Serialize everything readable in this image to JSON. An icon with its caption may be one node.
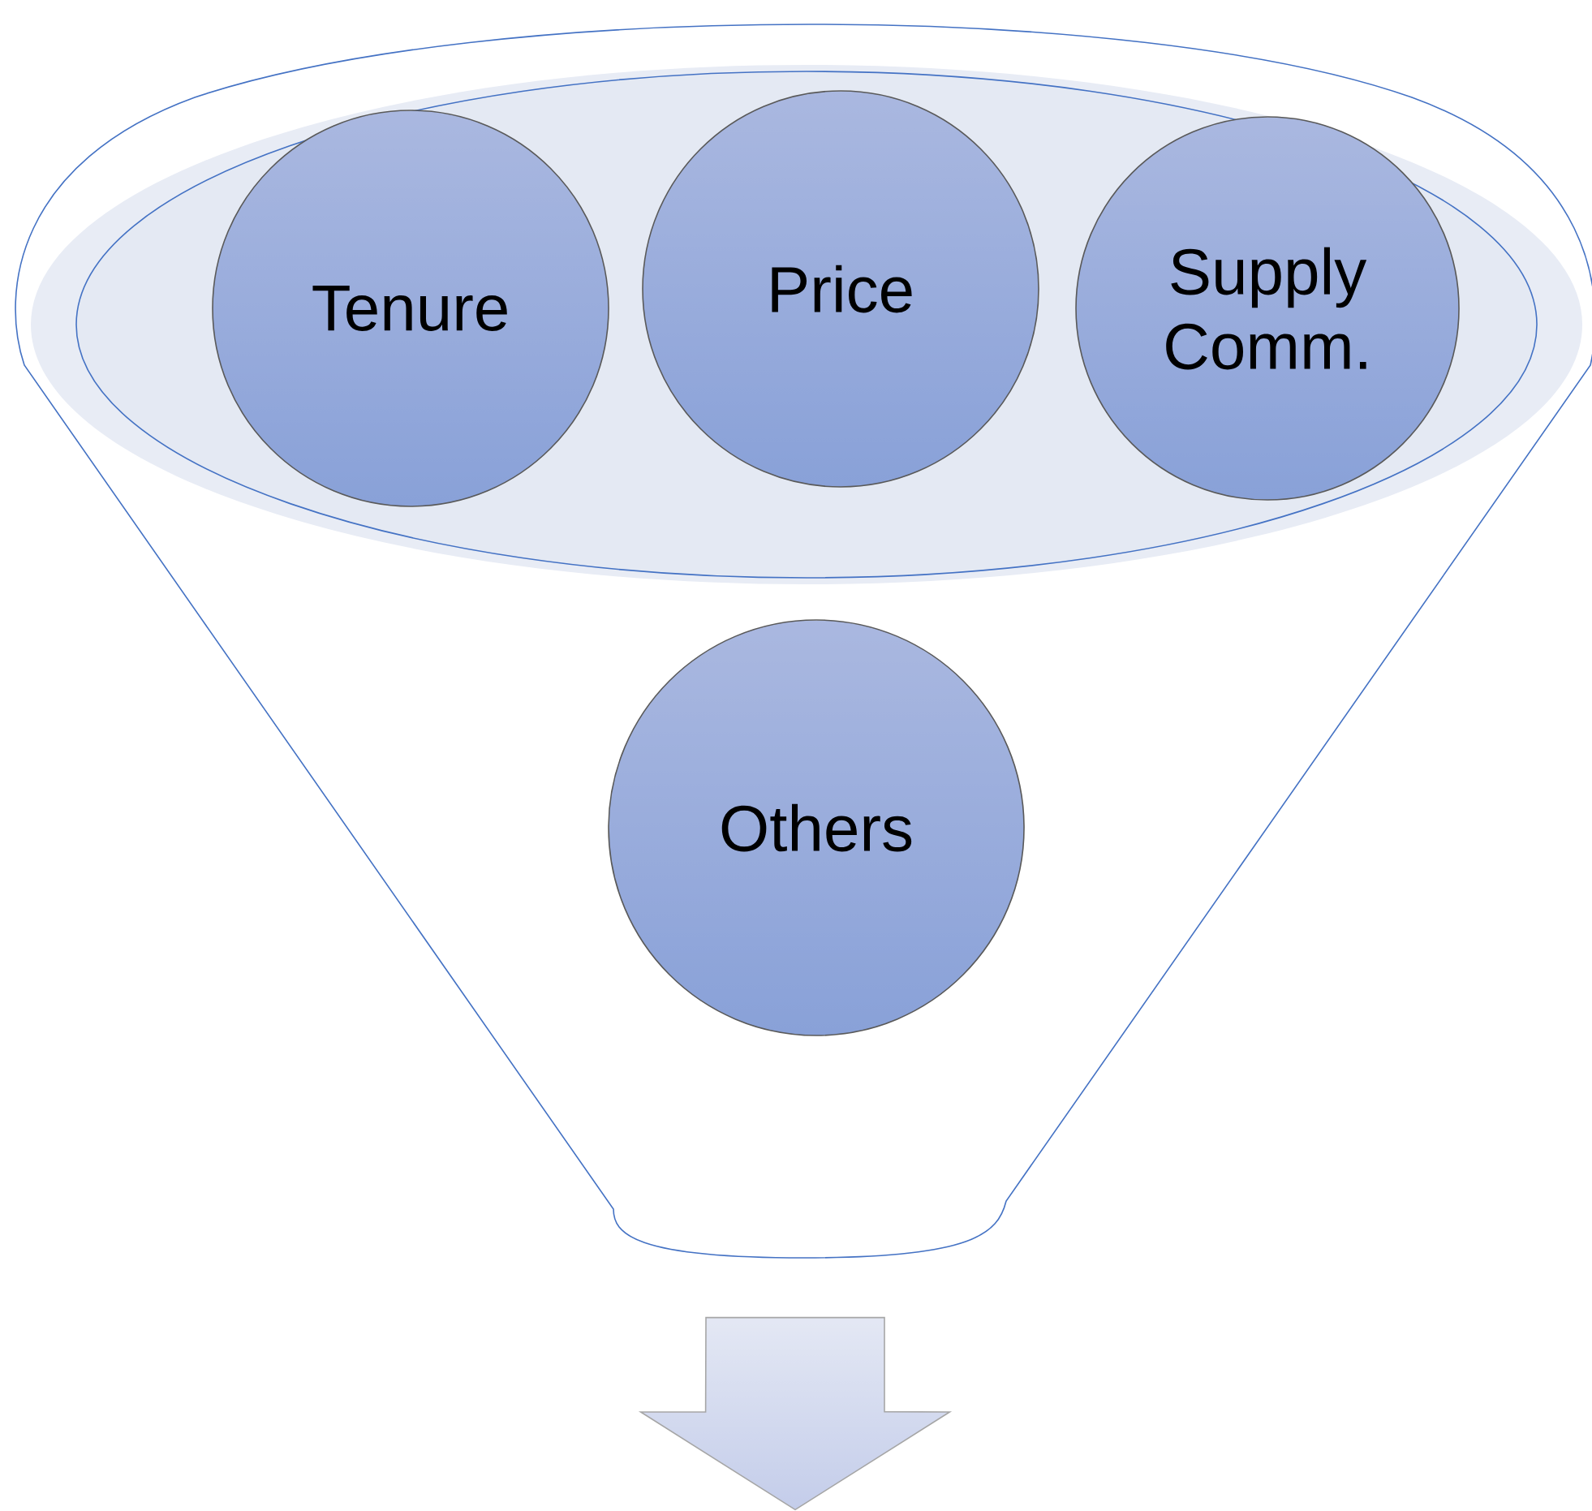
{
  "diagram": {
    "nodes": [
      {
        "text": [],
        "shape": "funnel"
      },
      {
        "text": [],
        "shape": "ellipse",
        "in": 0
      },
      {
        "text": [
          "Tenure"
        ],
        "in": 1
      },
      {
        "text": [
          "Price"
        ],
        "in": 1
      },
      {
        "text": [
          "Supply Comm."
        ],
        "in": 1
      },
      {
        "text": [
          "Others"
        ],
        "in": 0
      },
      {
        "text": [],
        "shape": "arrow"
      }
    ]
  }
}
